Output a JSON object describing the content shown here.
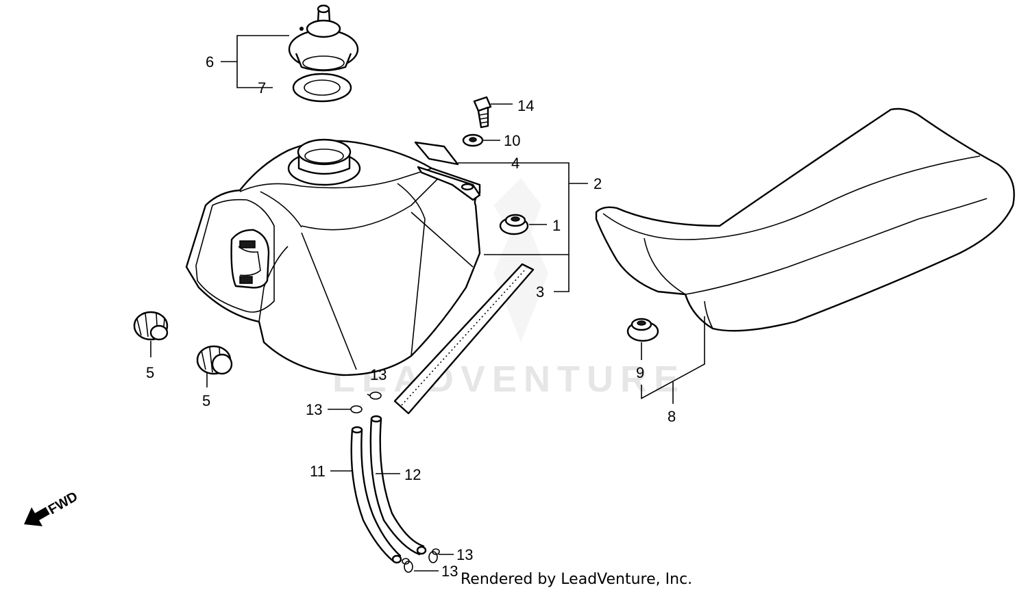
{
  "watermark": "LEADVENTURE",
  "footer": "Rendered by LeadVenture, Inc.",
  "direction_marker": "FWD",
  "callouts": {
    "c1": "1",
    "c2": "2",
    "c3": "3",
    "c4": "4",
    "c5a": "5",
    "c5b": "5",
    "c6": "6",
    "c7": "7",
    "c8": "8",
    "c9": "9",
    "c10": "10",
    "c11": "11",
    "c12": "12",
    "c13a": "13",
    "c13b": "13",
    "c13c": "13",
    "c13d": "13",
    "c14": "14"
  }
}
